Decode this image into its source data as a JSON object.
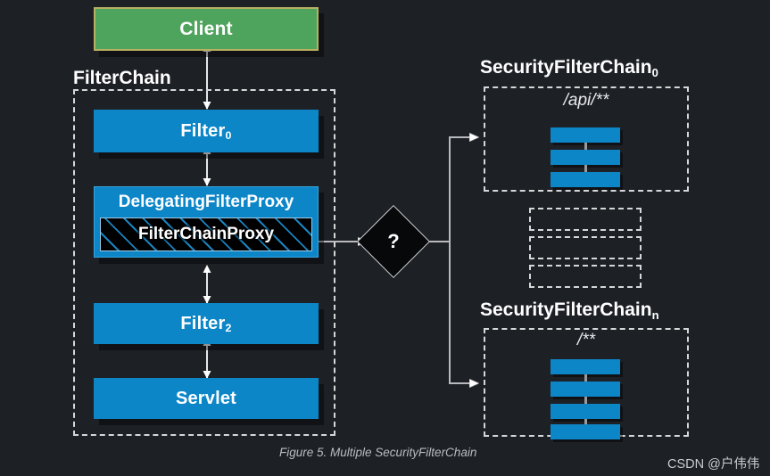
{
  "figure": {
    "caption": "Figure 5. Multiple SecurityFilterChain",
    "watermark": "CSDN @户伟伟",
    "background_color": "#1d2025"
  },
  "colors": {
    "blue": "#0d86c8",
    "green": "#4fa45d",
    "green_border": "#b9b061",
    "dashed_border": "#d6d7d9",
    "diamond_fill": "#07080a",
    "arrow": "#cfd0d2",
    "text": "#ffffff"
  },
  "client": {
    "label": "Client"
  },
  "filter_chain": {
    "title": "FilterChain",
    "nodes": [
      {
        "label": "Filter",
        "subscript": "0"
      },
      {
        "label": "DelegatingFilterProxy",
        "inner_label": "FilterChainProxy"
      },
      {
        "label": "Filter",
        "subscript": "2"
      },
      {
        "label": "Servlet",
        "subscript": ""
      }
    ]
  },
  "decision": {
    "label": "?"
  },
  "security_chains": [
    {
      "title": "SecurityFilterChain",
      "subscript": "0",
      "pattern": "/api/**",
      "filter_count": 3
    },
    {
      "title": "SecurityFilterChain",
      "subscript": "n",
      "pattern": "/**",
      "filter_count": 4
    }
  ],
  "ellipsis_chain": {
    "placeholder_count": 3
  }
}
